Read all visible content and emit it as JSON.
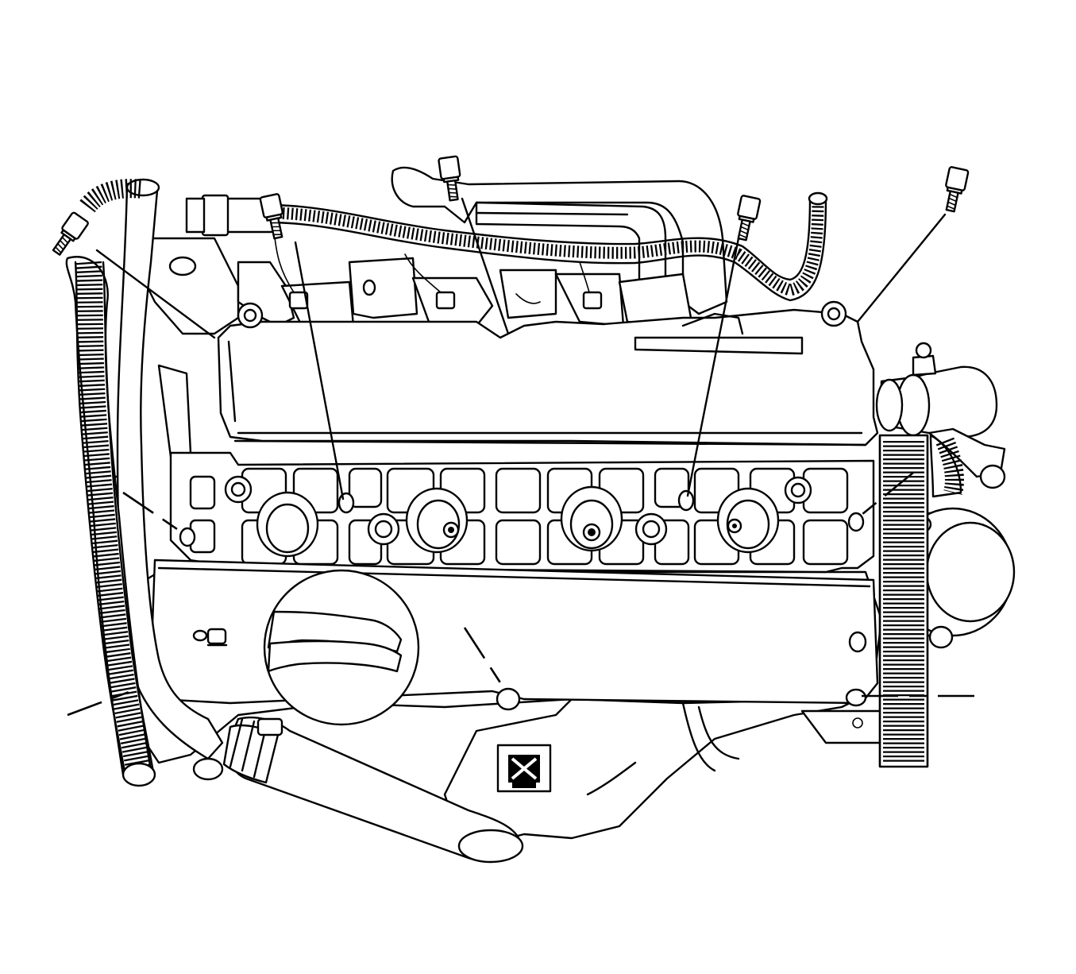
{
  "figure": {
    "kind": "engine-cylinder-head-cover-fastener-diagram",
    "line_color": "#000000",
    "background": "#ffffff",
    "fastener_count": 6,
    "leader_line_count": 9,
    "icons": [
      "bolt-icon",
      "oil-filler-cap-icon",
      "warning-symbol-icon",
      "coil-well-icon"
    ]
  }
}
